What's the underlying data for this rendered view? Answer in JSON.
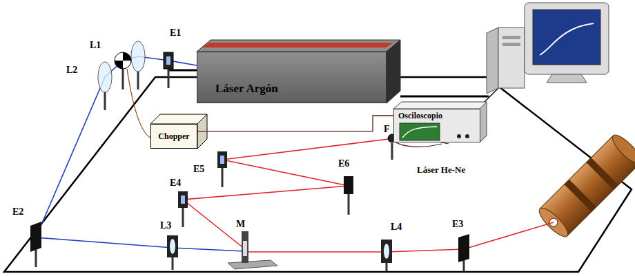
{
  "diagram": {
    "nodes": [
      {
        "text": [
          "Láser Argón"
        ]
      },
      {
        "text": [
          "Chopper"
        ]
      },
      {
        "text": [
          "Osciloscopio"
        ]
      }
    ],
    "edges": [
      {
        "from": 1,
        "to": 2,
        "arrow": "none"
      }
    ],
    "labels": [
      "E1",
      "L1",
      "L2",
      "E2",
      "L3",
      "E4",
      "M",
      "L4",
      "E3",
      "E5",
      "E6",
      "F",
      "Láser He-Ne"
    ]
  }
}
